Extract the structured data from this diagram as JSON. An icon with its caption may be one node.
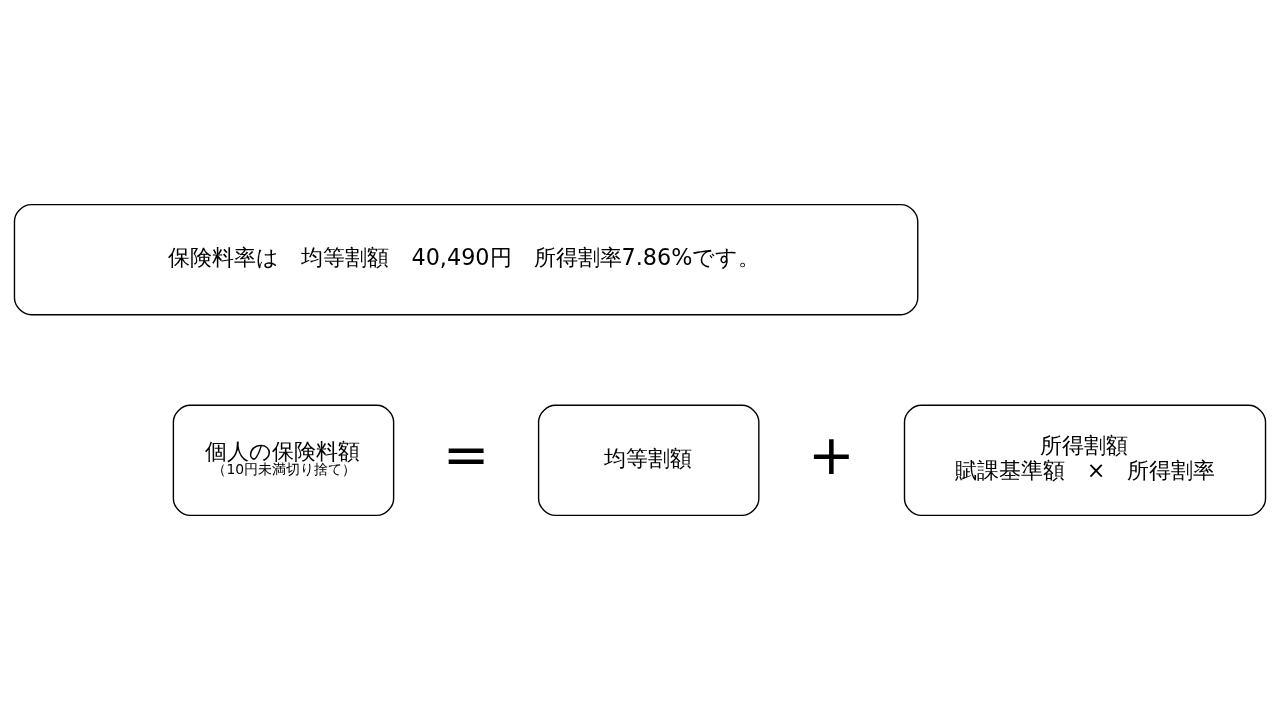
{
  "diagram": {
    "nodes": [
      {
        "text": [
          "保険料率は　均等割額　40,490円　所得割率7.86%です。"
        ]
      },
      {
        "text": [
          "個人の保険料額",
          "（10円未満切り捨て）"
        ]
      },
      {
        "text": [
          "均等割額"
        ]
      },
      {
        "text": [
          "所得割額",
          "賦課基準額　×　所得割率"
        ]
      }
    ],
    "labels": [
      "=",
      "+"
    ]
  }
}
